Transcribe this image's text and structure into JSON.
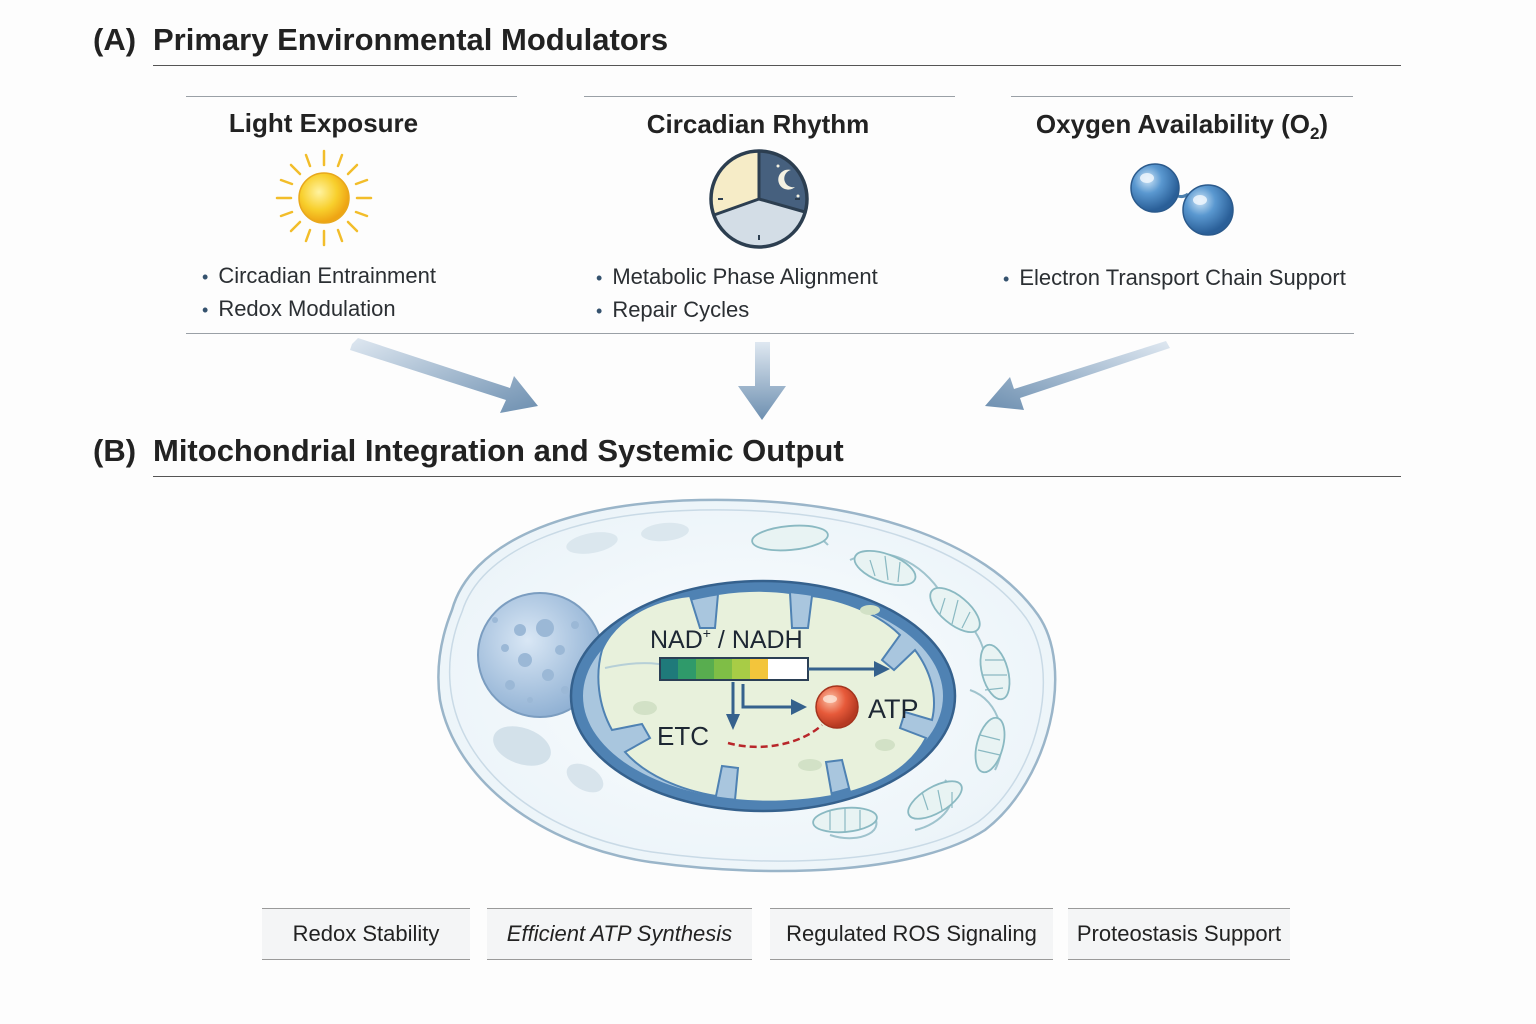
{
  "section_a": {
    "tag": "(A)",
    "title": "Primary Environmental Modulators"
  },
  "section_b": {
    "tag": "(B)",
    "title": "Mitochondrial Integration and Systemic Output"
  },
  "modulators": {
    "light": {
      "title": "Light Exposure",
      "icon": "sun-icon",
      "bullets": [
        "Circadian Entrainment",
        "Redox Modulation"
      ]
    },
    "circadian": {
      "title": "Circadian Rhythm",
      "icon": "clock-icon",
      "bullets": [
        "Metabolic Phase Alignment",
        "Repair Cycles"
      ]
    },
    "oxygen": {
      "title_main": "Oxygen Availability (O",
      "title_sub": "2",
      "title_end": ")",
      "icon": "o2-molecule-icon",
      "bullets": [
        "Electron Transport Chain Support"
      ]
    }
  },
  "mitochondrion": {
    "nad_label": "NAD",
    "nad_sup": "+",
    "nad_rest": " / NADH",
    "etc_label": "ETC",
    "atp_label": "ATP",
    "gauge_colors": [
      "#1f7a7a",
      "#2f9a6a",
      "#58ad4f",
      "#7fbe46",
      "#a8cc46",
      "#f3c53b",
      "#ffffff"
    ]
  },
  "outputs": [
    {
      "label": "Redox Stability",
      "italic": false
    },
    {
      "label": "Efficient ATP Synthesis",
      "italic": true
    },
    {
      "label": "Regulated ROS Signaling",
      "italic": false
    },
    {
      "label": "Proteostasis Support",
      "italic": false
    }
  ],
  "colors": {
    "arrow": "#7393b3",
    "membrane": "#4a7fae",
    "matrix": "#e9f1df",
    "atp": "#e0553a"
  }
}
